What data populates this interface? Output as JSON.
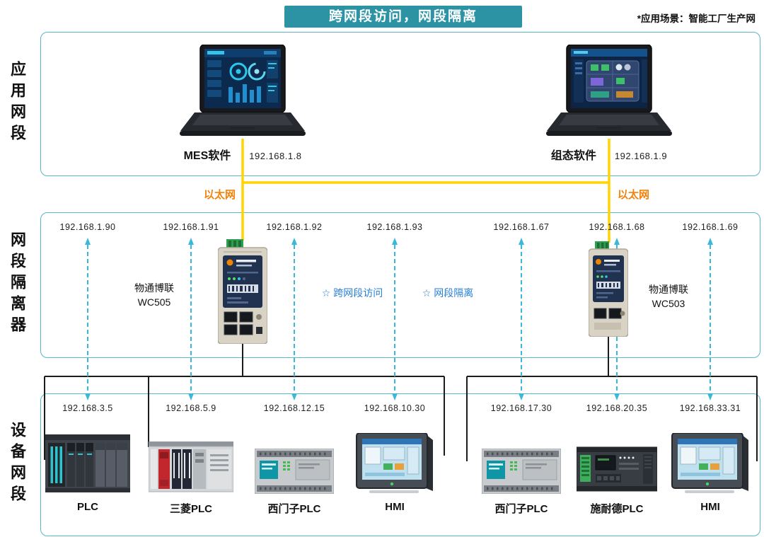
{
  "banner": {
    "title": "跨网段访问，网段隔离"
  },
  "note": "*应用场景：智能工厂生产网",
  "sections": {
    "app": {
      "label": "应用网段"
    },
    "isolator": {
      "label": "网段隔离器"
    },
    "device": {
      "label": "设备网段"
    }
  },
  "app_segment": {
    "ethernet_label": "以太网",
    "laptops": [
      {
        "name": "MES软件",
        "ip": "192.168.1.8"
      },
      {
        "name": "组态软件",
        "ip": "192.168.1.9"
      }
    ]
  },
  "isolator_segment": {
    "ips": [
      "192.168.1.90",
      "192.168.1.91",
      "192.168.1.92",
      "192.168.1.93",
      "192.168.1.67",
      "192.168.1.68",
      "192.168.1.69"
    ],
    "devices": [
      {
        "brand": "物通博联",
        "model": "WC505"
      },
      {
        "brand": "物通博联",
        "model": "WC503"
      }
    ],
    "annotations": [
      "☆ 跨网段访问",
      "☆ 网段隔离"
    ]
  },
  "device_segment": {
    "devices": [
      {
        "ip": "192.168.3.5",
        "label": "PLC"
      },
      {
        "ip": "192.168.5.9",
        "label": "三菱PLC"
      },
      {
        "ip": "192.168.12.15",
        "label": "西门子PLC"
      },
      {
        "ip": "192.168.10.30",
        "label": "HMI"
      },
      {
        "ip": "192.168.17.30",
        "label": "西门子PLC"
      },
      {
        "ip": "192.168.20.35",
        "label": "施耐德PLC"
      },
      {
        "ip": "192.168.33.31",
        "label": "HMI"
      }
    ]
  },
  "colors": {
    "banner-bg": "#2b93a4",
    "section-border": "#5ab6c9",
    "ethernet-line": "#ffd400",
    "ethernet-text": "#f2820a",
    "dashed-arrow": "#3bb7da",
    "annotation-text": "#2a7fd4",
    "bus-line": "#1b1b1b"
  }
}
